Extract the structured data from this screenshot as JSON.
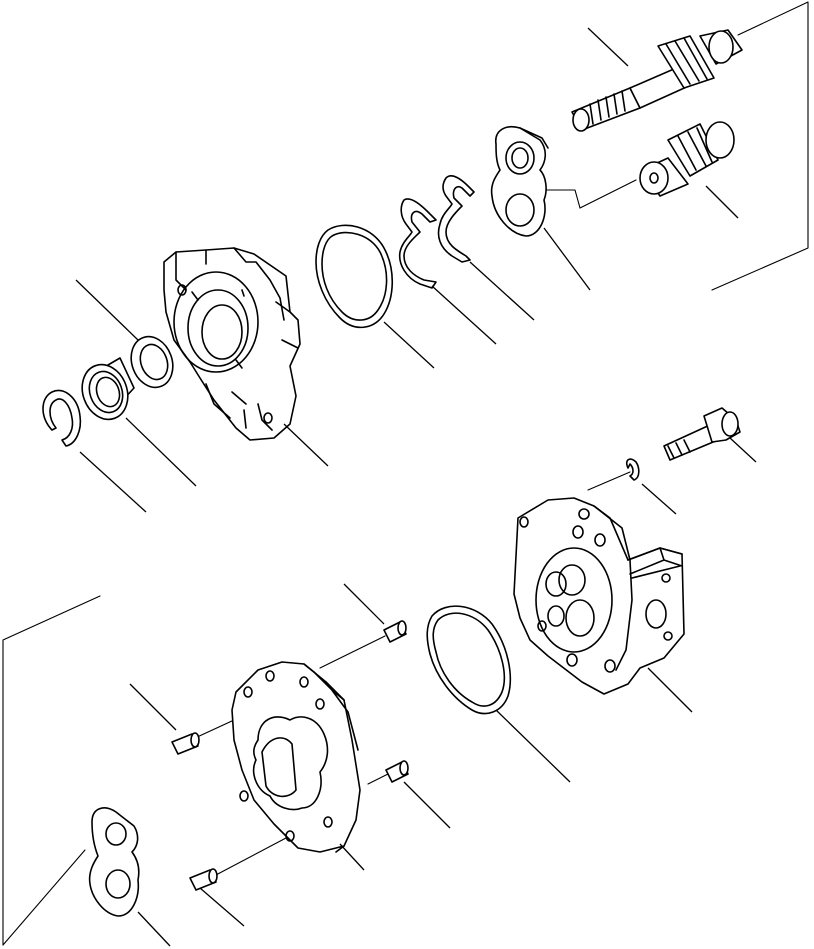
{
  "diagram": {
    "kind": "exploded parts view",
    "style": {
      "stroke": "#000000",
      "background": "#ffffff"
    },
    "parts": [
      "drive-shaft",
      "driven-gear",
      "wear-plate",
      "seal-a",
      "seal-b",
      "o-ring-upper",
      "front-cover",
      "spacer-washer",
      "bearing",
      "snap-ring",
      "bolt",
      "small-washer",
      "rear-cover",
      "o-ring-lower",
      "dowel-pin-1",
      "dowel-pin-2",
      "dowel-pin-3",
      "dowel-pin-4",
      "gear-housing",
      "rear-wear-plate"
    ]
  }
}
